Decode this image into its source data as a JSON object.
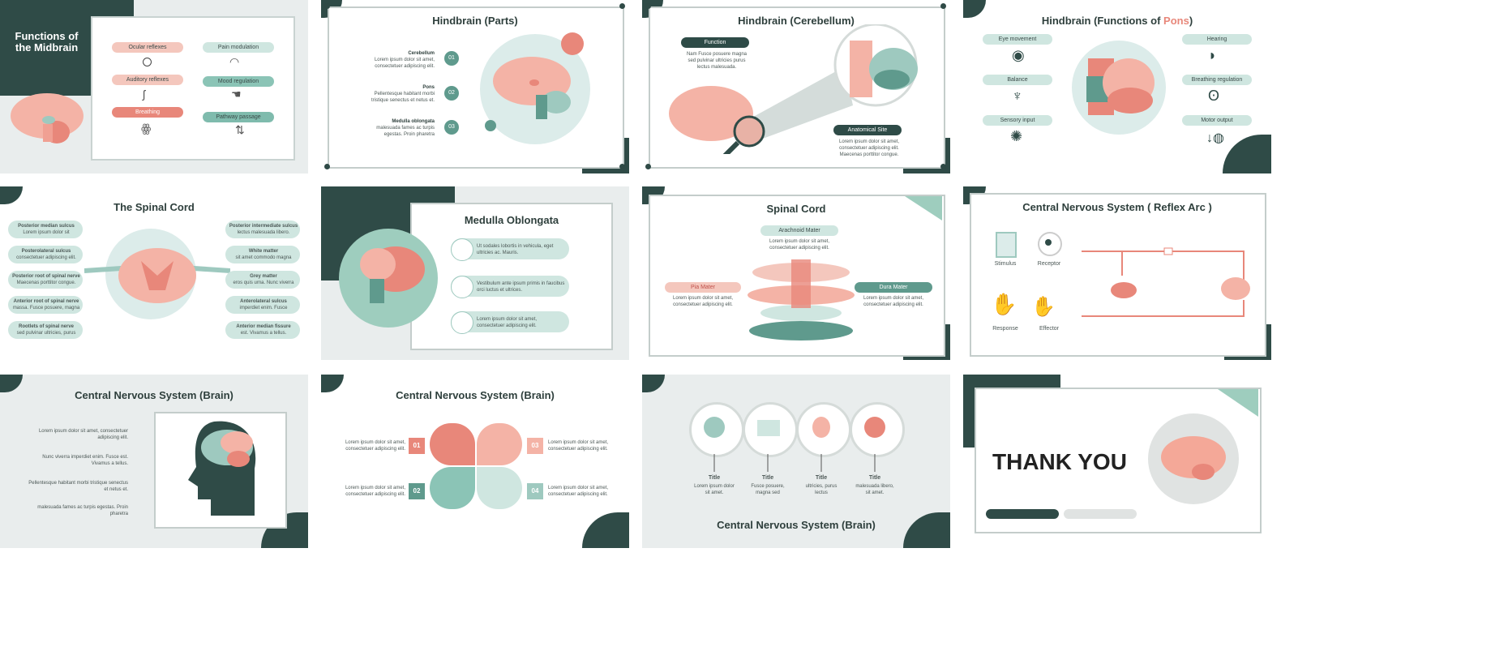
{
  "colors": {
    "dark_teal": "#2f4b47",
    "mint": "#cfe6e0",
    "teal": "#8bc4b6",
    "salmon": "#e8877a",
    "pink": "#f4c7bd",
    "bg": "#e9eded"
  },
  "s1": {
    "title": "Functions of the Midbrain",
    "items": [
      "Ocular reflexes",
      "Auditory reflexes",
      "Breathing",
      "Pain modulation",
      "Mood regulation",
      "Pathway passage"
    ]
  },
  "s2": {
    "title": "Hindbrain (Parts)",
    "parts": [
      {
        "name": "Cerebellum",
        "text": "Lorem ipsum dolor sit amet, consectetuer adipiscing elit."
      },
      {
        "name": "Pons",
        "text": "Pellentesque habitant morbi tristique senectus et netus et."
      },
      {
        "name": "Medulla oblongata",
        "text": "malesuada fames ac turpis egestas. Proin pharetra"
      }
    ]
  },
  "s3": {
    "title": "Hindbrain (Cerebellum)",
    "label1": "Function",
    "text1": "Nam Fusce posuere magna sed pulvinar ultricies purus lectus malesuada.",
    "label2": "Anatomical Site",
    "text2": "Lorem ipsum dolor sit amet, consectetuer adipiscing elit. Maecenas porttitor congue."
  },
  "s4": {
    "title_main": "Hindbrain (Functions of ",
    "title_accent": "Pons",
    "title_end": ")",
    "left": [
      "Eye movement",
      "Balance",
      "Sensory input"
    ],
    "right": [
      "Hearing",
      "Breathing regulation",
      "Motor output"
    ]
  },
  "s5": {
    "title": "The Spinal Cord",
    "left": [
      {
        "name": "Posterior median sulcus",
        "text": "Lorem ipsum dolor sit"
      },
      {
        "name": "Posterolateral sulcus",
        "text": "consectetuer adipiscing elit."
      },
      {
        "name": "Posterior root of spinal nerve",
        "text": "Maecenas porttitor congue."
      },
      {
        "name": "Anterior root of spinal nerve",
        "text": "massa. Fusce posuere, magna"
      },
      {
        "name": "Rootlets of spinal nerve",
        "text": "sed pulvinar ultricies, purus"
      }
    ],
    "right": [
      {
        "name": "Posterior intermediate sulcus",
        "text": "lectus malesuada libero."
      },
      {
        "name": "White matter",
        "text": "sit amet commodo magna"
      },
      {
        "name": "Grey matter",
        "text": "eros quis urna. Nunc viverra"
      },
      {
        "name": "Anterolateral sulcus",
        "text": "imperdiet enim. Fusce"
      },
      {
        "name": "Anterior median fissure",
        "text": "est. Vivamus a tellus."
      }
    ]
  },
  "s6": {
    "title": "Medulla Oblongata",
    "rows": [
      "Ut sodales lobortis in vehicula, eget ultricies ac. Mauris.",
      "Vestibulum ante ipsum primis in faucibus orci luctus et ultrices.",
      "Lorem ipsum dolor sit amet, consectetuer adipiscing elit."
    ]
  },
  "s7": {
    "title": "Spinal Cord",
    "top_label": "Arachnoid Mater",
    "top_text": "Lorem ipsum dolor sit amet, consectetuer adipiscing elit.",
    "left_label": "Pia Mater",
    "left_text": "Lorem ipsum dolor sit amet, consectetuer adipiscing elit.",
    "right_label": "Dura Mater",
    "right_text": "Lorem ipsum dolor sit amet, consectetuer adipiscing elit."
  },
  "s8": {
    "title": "Central Nervous System ( Reflex Arc )",
    "labels": [
      "Stimulus",
      "Receptor",
      "Response",
      "Effector"
    ]
  },
  "s9": {
    "title": "Central Nervous System (Brain)",
    "items": [
      "Lorem ipsum dolor sit amet, consectetuer adipiscing elit.",
      "Nunc viverra imperdiet enim. Fusce est. Vivamus a tellus.",
      "Pellentesque habitant morbi tristique senectus et netus et.",
      "malesuada fames ac turpis egestas. Proin pharetra"
    ]
  },
  "s10": {
    "title": "Central Nervous System (Brain)",
    "nums": [
      "01",
      "02",
      "03",
      "04"
    ],
    "texts": [
      "Lorem ipsum dolor sit amet, consectetuer adipiscing elit.",
      "Lorem ipsum dolor sit amet, consectetuer adipiscing elit.",
      "Lorem ipsum dolor sit amet, consectetuer adipiscing elit.",
      "Lorem ipsum dolor sit amet, consectetuer adipiscing elit."
    ]
  },
  "s11": {
    "title": "Central Nervous System (Brain)",
    "items": [
      {
        "t": "Title",
        "d": "Lorem ipsum dolor sit amet."
      },
      {
        "t": "Title",
        "d": "Fusce posuere, magna sed"
      },
      {
        "t": "Title",
        "d": "ultricies, purus lectus"
      },
      {
        "t": "Title",
        "d": "malesuada libero, sit amet."
      }
    ]
  },
  "s12": {
    "title": "THANK YOU"
  }
}
